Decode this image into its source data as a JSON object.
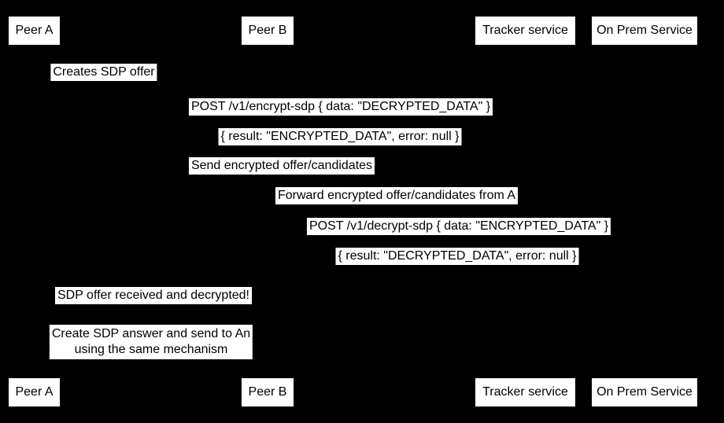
{
  "canvas": {
    "background_color": "#000000",
    "label_background_color": "#ffffff",
    "label_text_color": "#000000"
  },
  "actors": [
    {
      "label": "Peer A"
    },
    {
      "label": "Peer B"
    },
    {
      "label": "Tracker service"
    },
    {
      "label": "On Prem Service"
    }
  ],
  "messages": [
    {
      "text": "Creates SDP offer"
    },
    {
      "text": "POST /v1/encrypt-sdp { data: \"DECRYPTED_DATA\" }"
    },
    {
      "text": "{ result: \"ENCRYPTED_DATA\", error: null }"
    },
    {
      "text": "Send encrypted offer/candidates"
    },
    {
      "text": "Forward encrypted offer/candidates from A"
    },
    {
      "text": "POST /v1/decrypt-sdp { data: \"ENCRYPTED_DATA\" }"
    },
    {
      "text": "{ result: \"DECRYPTED_DATA\", error: null }"
    },
    {
      "text": "SDP offer received and decrypted!"
    }
  ],
  "note": {
    "line1": "Create SDP answer and send to An",
    "line2": "using the same mechanism"
  }
}
